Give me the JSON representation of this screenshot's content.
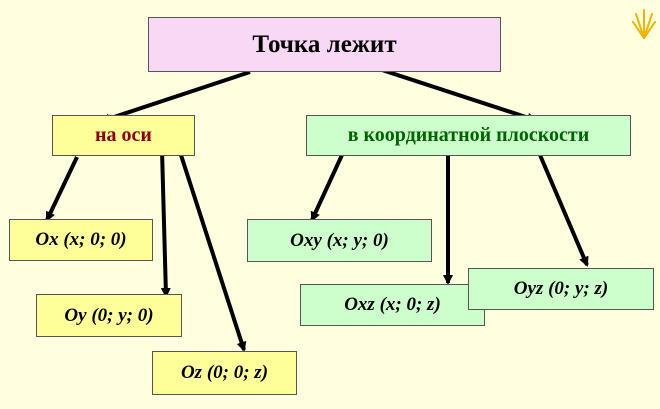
{
  "root": {
    "label": "Точка лежит"
  },
  "branches": {
    "axis": {
      "label": "на оси"
    },
    "plane": {
      "label": "в координатной плоскости"
    }
  },
  "leaves": {
    "ox": "Ox (x; 0; 0)",
    "oy": "Oy (0; y; 0)",
    "oz": "Oz (0; 0; z)",
    "oxy": "Oxy (x; y; 0)",
    "oxz": "Oxz (x; 0; z)",
    "oyz": "Oyz (0; y; z)"
  },
  "colors": {
    "background": "#ffffe0",
    "root_fill": "#f8d8f4",
    "axis_fill": "#ffff99",
    "plane_fill": "#ccffcc",
    "axis_text": "#8b0000",
    "plane_text": "#006400",
    "arrow": "#000000"
  },
  "icons": {
    "corner_logo": "sunburst-logo"
  }
}
